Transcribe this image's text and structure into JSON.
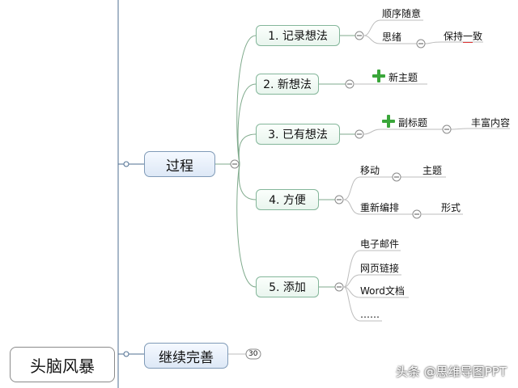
{
  "root": "头脑风暴",
  "branches": [
    {
      "label": "过程",
      "children": [
        {
          "label": "1. 记录想法",
          "items": [
            "顺序随意",
            "思绪",
            "保持一致"
          ]
        },
        {
          "label": "2. 新想法",
          "items": [
            "新主题"
          ]
        },
        {
          "label": "3. 已有想法",
          "items": [
            "副标题",
            "丰富内容"
          ]
        },
        {
          "label": "4. 方便",
          "items": [
            "移动",
            "主题",
            "重新编排",
            "形式"
          ]
        },
        {
          "label": "5. 添加",
          "items": [
            "电子邮件",
            "网页链接",
            "Word文档",
            "……"
          ]
        }
      ]
    },
    {
      "label": "继续完善",
      "badge": "30"
    }
  ],
  "watermark": "头条 @思维导图PPT",
  "icons": [
    "collapse-icon",
    "add-topic-icon"
  ]
}
